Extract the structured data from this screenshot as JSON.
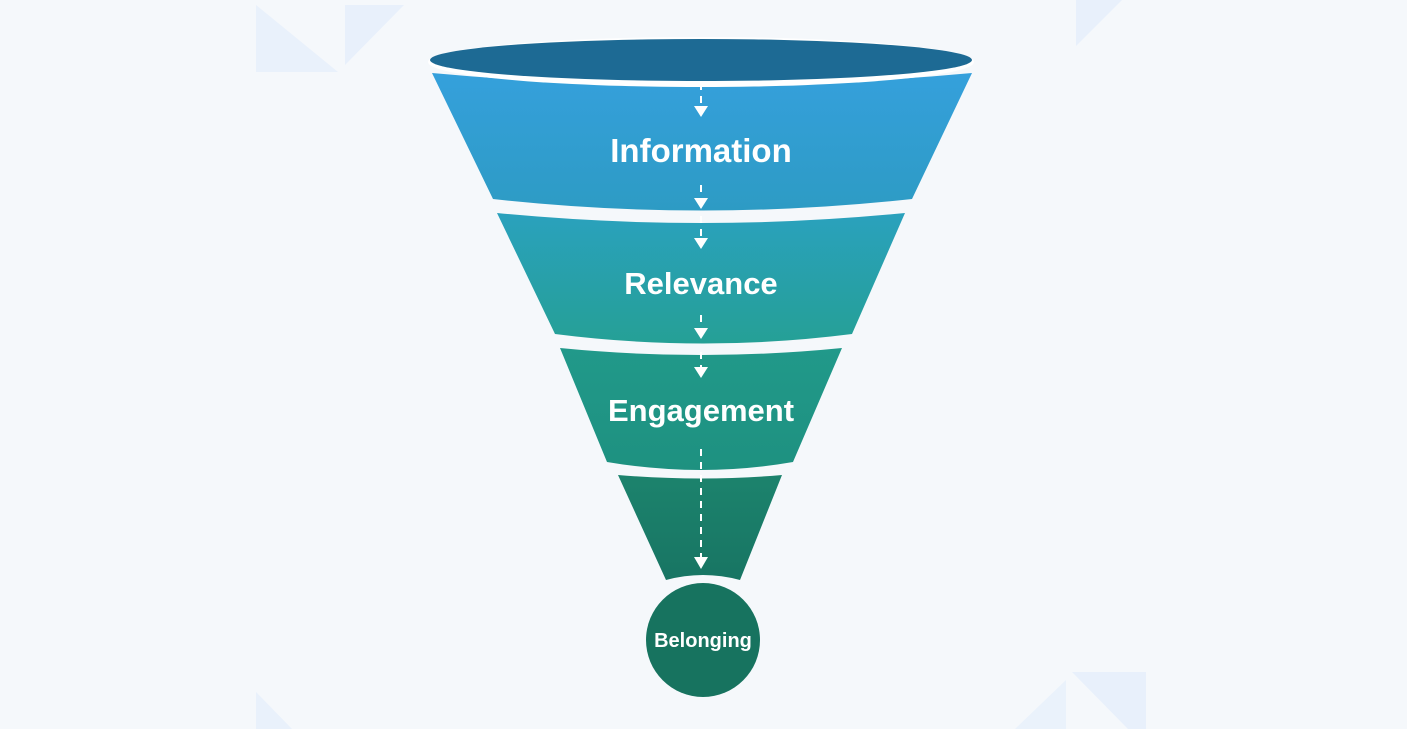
{
  "diagram": {
    "type": "funnel",
    "stages": [
      {
        "label": "Information",
        "color_top": "#35a0dc",
        "color_bottom": "#2d9bc4"
      },
      {
        "label": "Relevance",
        "color_top": "#2aa1bd",
        "color_bottom": "#25a096"
      },
      {
        "label": "Engagement",
        "color_top": "#21998a",
        "color_bottom": "#1e9180"
      },
      {
        "label": "",
        "color_top": "#1c836d",
        "color_bottom": "#187563"
      }
    ],
    "outcome": {
      "label": "Belonging",
      "color": "#17735f"
    },
    "rim_color": "#1d6a94",
    "background_color": "#f5f8fb",
    "connector": {
      "style": "dashed-arrow",
      "color": "#ffffff"
    }
  }
}
